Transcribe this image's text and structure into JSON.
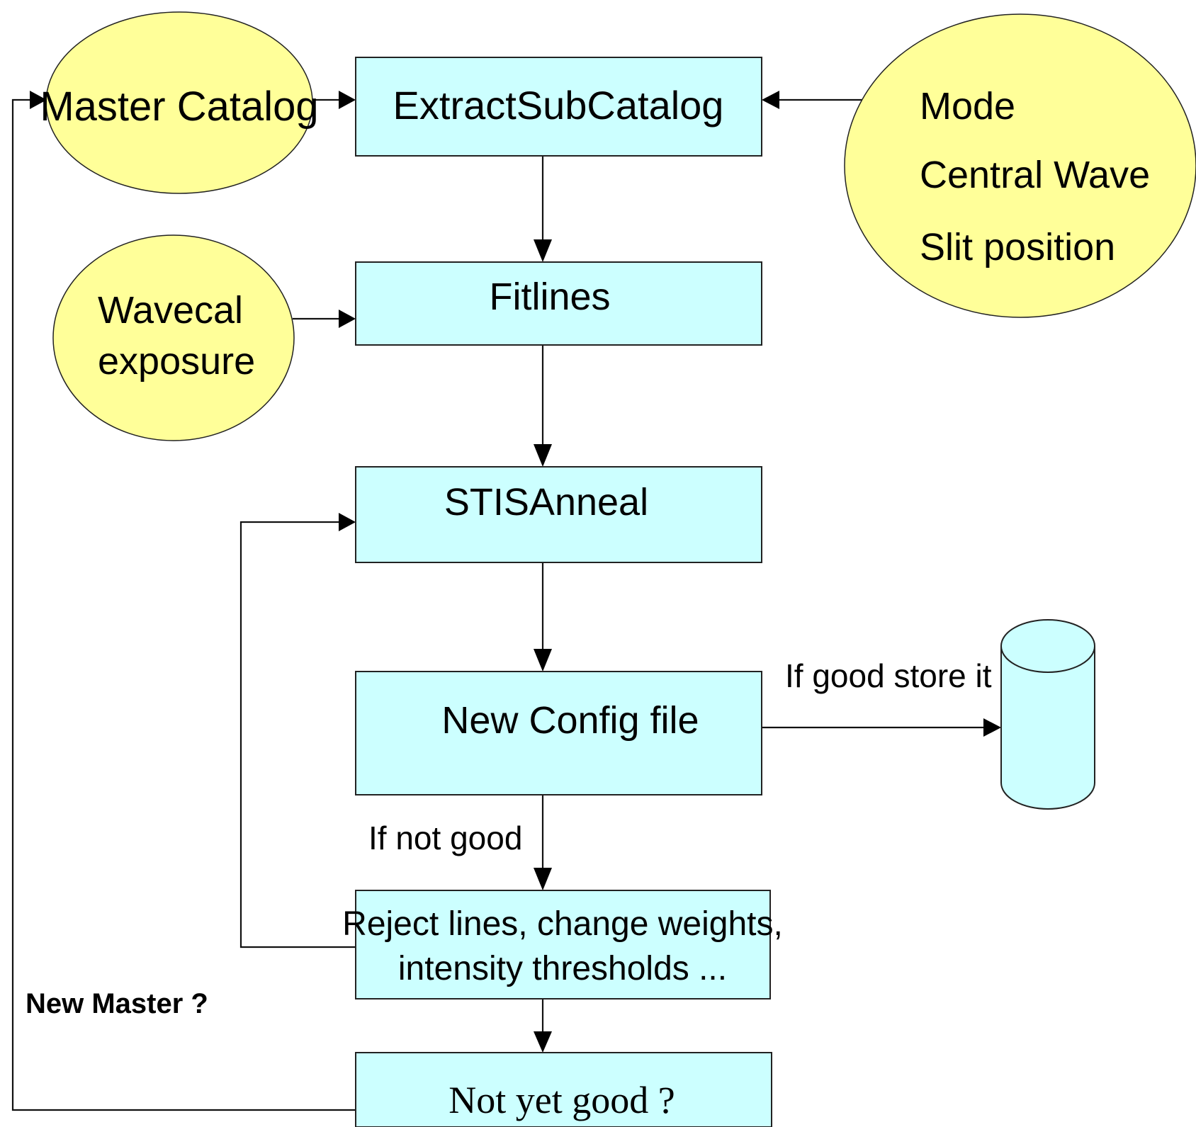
{
  "nodes": {
    "master_catalog": "Master Catalog",
    "extract_sub_catalog": "ExtractSubCatalog",
    "params": {
      "line1": "Mode",
      "line2": "Central Wave",
      "line3": "Slit position"
    },
    "wavecal": {
      "line1": "Wavecal",
      "line2": "exposure"
    },
    "fitlines": "Fitlines",
    "stis_anneal": "STISAnneal",
    "new_config_file": "New Config file",
    "reject": {
      "line1": "Reject lines, change weights,",
      "line2": "intensity thresholds ..."
    },
    "not_yet_good": "Not yet good ?"
  },
  "edge_labels": {
    "if_good_store": "If good store it",
    "if_not_good": "If not good",
    "new_master": "New Master ?"
  },
  "colors": {
    "process_box": "#ccffff",
    "input_ellipse": "#ffff99",
    "storage": "#ccffff"
  }
}
